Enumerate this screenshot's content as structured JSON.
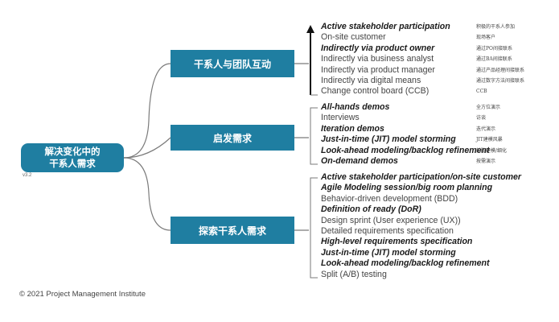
{
  "root": {
    "label": "解决变化中的\n干系人需求",
    "version": "v3.2"
  },
  "branches": [
    {
      "label": "干系人与团队互动",
      "items": [
        {
          "text": "Active stakeholder participation",
          "bold": true,
          "zh": "积极的干系人参加"
        },
        {
          "text": "On-site customer",
          "bold": false,
          "zh": "现场客户"
        },
        {
          "text": "Indirectly via product owner",
          "bold": true,
          "zh": "通过PO间接联系"
        },
        {
          "text": "Indirectly via business analyst",
          "bold": false,
          "zh": "通过BA间接联系"
        },
        {
          "text": "Indirectly via product manager",
          "bold": false,
          "zh": "通过产品经理间接联系"
        },
        {
          "text": "Indirectly via digital means",
          "bold": false,
          "zh": "通过数字方法间接联系"
        },
        {
          "text": "Change control board (CCB)",
          "bold": false,
          "zh": "CCB"
        }
      ]
    },
    {
      "label": "启发需求",
      "items": [
        {
          "text": "All-hands demos",
          "bold": true,
          "zh": "全方位演示"
        },
        {
          "text": "Interviews",
          "bold": false,
          "zh": "访谈"
        },
        {
          "text": "Iteration demos",
          "bold": true,
          "zh": "迭代演示"
        },
        {
          "text": "Just-in-time (JIT) model storming",
          "bold": true,
          "zh": "JIT建模风暴"
        },
        {
          "text": "Look-ahead modeling/backlog refinement",
          "bold": true,
          "zh": "前瞻建模/细化"
        },
        {
          "text": "On-demand demos",
          "bold": true,
          "zh": "按需演示"
        }
      ]
    },
    {
      "label": "探索干系人需求",
      "items": [
        {
          "text": "Active stakeholder participation/on-site customer",
          "bold": true
        },
        {
          "text": "Agile Modeling session/big room planning",
          "bold": true
        },
        {
          "text": "Behavior-driven development (BDD)",
          "bold": false
        },
        {
          "text": "Definition of ready (DoR)",
          "bold": true
        },
        {
          "text": "Design sprint (User experience (UX))",
          "bold": false
        },
        {
          "text": "Detailed requirements specification",
          "bold": false
        },
        {
          "text": "High-level requirements specification",
          "bold": true
        },
        {
          "text": "Just-in-time (JIT) model storming",
          "bold": true
        },
        {
          "text": "Look-ahead modeling/backlog refinement",
          "bold": true
        },
        {
          "text": "Split (A/B) testing",
          "bold": false
        }
      ]
    }
  ],
  "copyright": "© 2021 Project Management Institute",
  "colors": {
    "node": "#1f7ea1",
    "line": "#7a7a7a",
    "arrow": "#111111"
  }
}
